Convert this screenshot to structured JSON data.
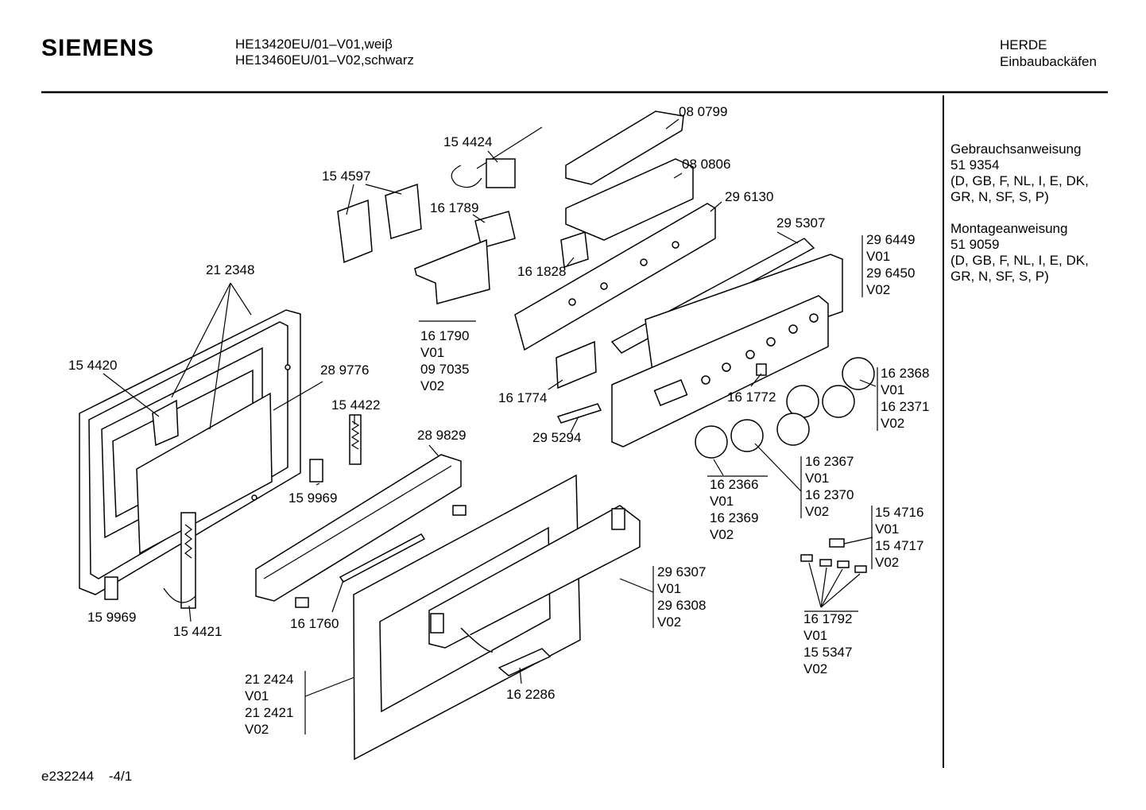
{
  "header": {
    "brand": "SIEMENS",
    "models": [
      "HE13420EU/01–V01,weiβ",
      "HE13460EU/01–V02,schwarz"
    ],
    "category": [
      "HERDE",
      "Einbaubackäfen"
    ]
  },
  "sidebar": {
    "blocks": [
      {
        "title": "Gebrauchsanweisung",
        "number": "51 9354",
        "languages": [
          "(D, GB, F, NL, I, E, DK,",
          "GR, N, SF, S, P)"
        ]
      },
      {
        "title": "Montageanweisung",
        "number": "51 9059",
        "languages": [
          "(D, GB, F, NL, I, E, DK,",
          "GR, N, SF, S, P)"
        ]
      }
    ]
  },
  "footer": {
    "code": "e232244",
    "page": "-4/1"
  },
  "diagram": {
    "labels": {
      "p080799": "08 0799",
      "p154424": "15 4424",
      "p080806": "08 0806",
      "p154597": "15 4597",
      "p296130": "29 6130",
      "p161789": "16 1789",
      "p295307": "29 5307",
      "p161828": "16 1828",
      "p212348": "21 2348",
      "p154420": "15 4420",
      "p289776": "28 9776",
      "p154422": "15 4422",
      "p161774": "16 1774",
      "p161772": "16 1772",
      "p295294": "29 5294",
      "p289829": "28 9829",
      "p159969a": "15 9969",
      "p159969b": "15 9969",
      "p154421": "15 4421",
      "p161760": "16 1760",
      "p162286": "16 2286"
    },
    "groups": {
      "g161790": [
        "16 1790",
        "V01",
        "09 7035",
        "V02"
      ],
      "g296449": [
        "29 6449",
        "V01",
        "29 6450",
        "V02"
      ],
      "g162368": [
        "16 2368",
        "V01",
        "16 2371",
        "V02"
      ],
      "g162366": [
        "16 2366",
        "V01",
        "16 2369",
        "V02"
      ],
      "g162367": [
        "16 2367",
        "V01",
        "16 2370",
        "V02"
      ],
      "g154716": [
        "15 4716",
        "V01",
        "15 4717",
        "V02"
      ],
      "g296307": [
        "29 6307",
        "V01",
        "29 6308",
        "V02"
      ],
      "g161792": [
        "16 1792",
        "V01",
        "15 5347",
        "V02"
      ],
      "g212424": [
        "21 2424",
        "V01",
        "21 2421",
        "V02"
      ]
    }
  }
}
